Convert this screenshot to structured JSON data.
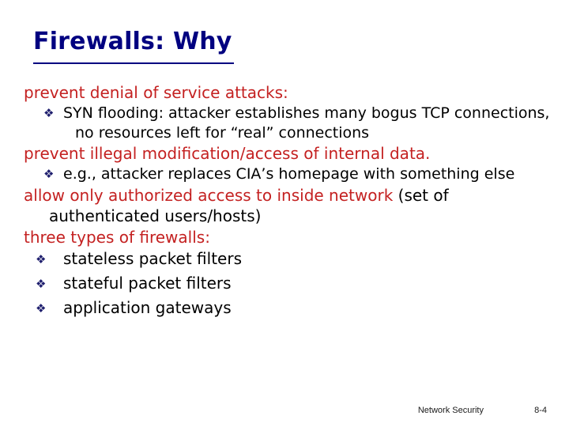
{
  "slide": {
    "title": "Firewalls: Why",
    "title_color": "#000080",
    "accent_red": "#C42121",
    "bullet_marker_color": "#1F1F6E",
    "bullet_marker_glyph": "❖",
    "background": "#ffffff"
  },
  "content": {
    "b1_text": "prevent denial of service attacks:",
    "b1_sub1": "SYN flooding: attacker establishes many bogus TCP connections, no resources left for “real” connections",
    "b2_text": "prevent illegal modification/access of internal data.",
    "b2_sub1": "e.g., attacker replaces CIA’s homepage with something else",
    "b3_text_red": "allow only authorized access to inside network ",
    "b3_text_black": "(set of authenticated users/hosts)",
    "b4_text": "three types of firewalls:",
    "b4_sub1": "stateless packet filters",
    "b4_sub2": "stateful packet filters",
    "b4_sub3": "application gateways"
  },
  "footer": {
    "source": "Network Security",
    "page": "8-4"
  }
}
